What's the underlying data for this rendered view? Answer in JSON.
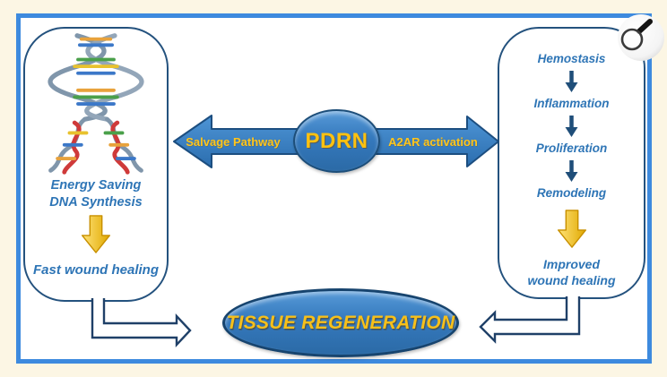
{
  "figure": {
    "left_panel": {
      "dna_icon": "dna-replication-fork",
      "caption_line1": "Energy Saving",
      "caption_line2": "DNA Synthesis",
      "result_label": "Fast wound healing"
    },
    "center_node": {
      "label": "PDRN"
    },
    "left_arrow": {
      "label": "Salvage Pathway"
    },
    "right_arrow": {
      "label": "A2AR activation"
    },
    "right_panel": {
      "stages": [
        "Hemostasis",
        "Inflammation",
        "Proliferation",
        "Remodeling"
      ],
      "flow_arrow_icon": "down-arrow",
      "result_line1": "Improved",
      "result_line2": "wound healing"
    },
    "outcome_node": {
      "label": "TISSUE REGENERATION"
    },
    "corner_icon": "magnifying-glass"
  },
  "colors": {
    "background_cream": "#fcf6e4",
    "frame_blue": "#3d8ade",
    "panel_border_navy": "#24527e",
    "node_fill_blue": "#3579bd",
    "gold_text": "#fdc110",
    "blue_text": "#2e75b6",
    "gold_arrow": "#f0b400",
    "connector_navy": "#1f4068"
  }
}
